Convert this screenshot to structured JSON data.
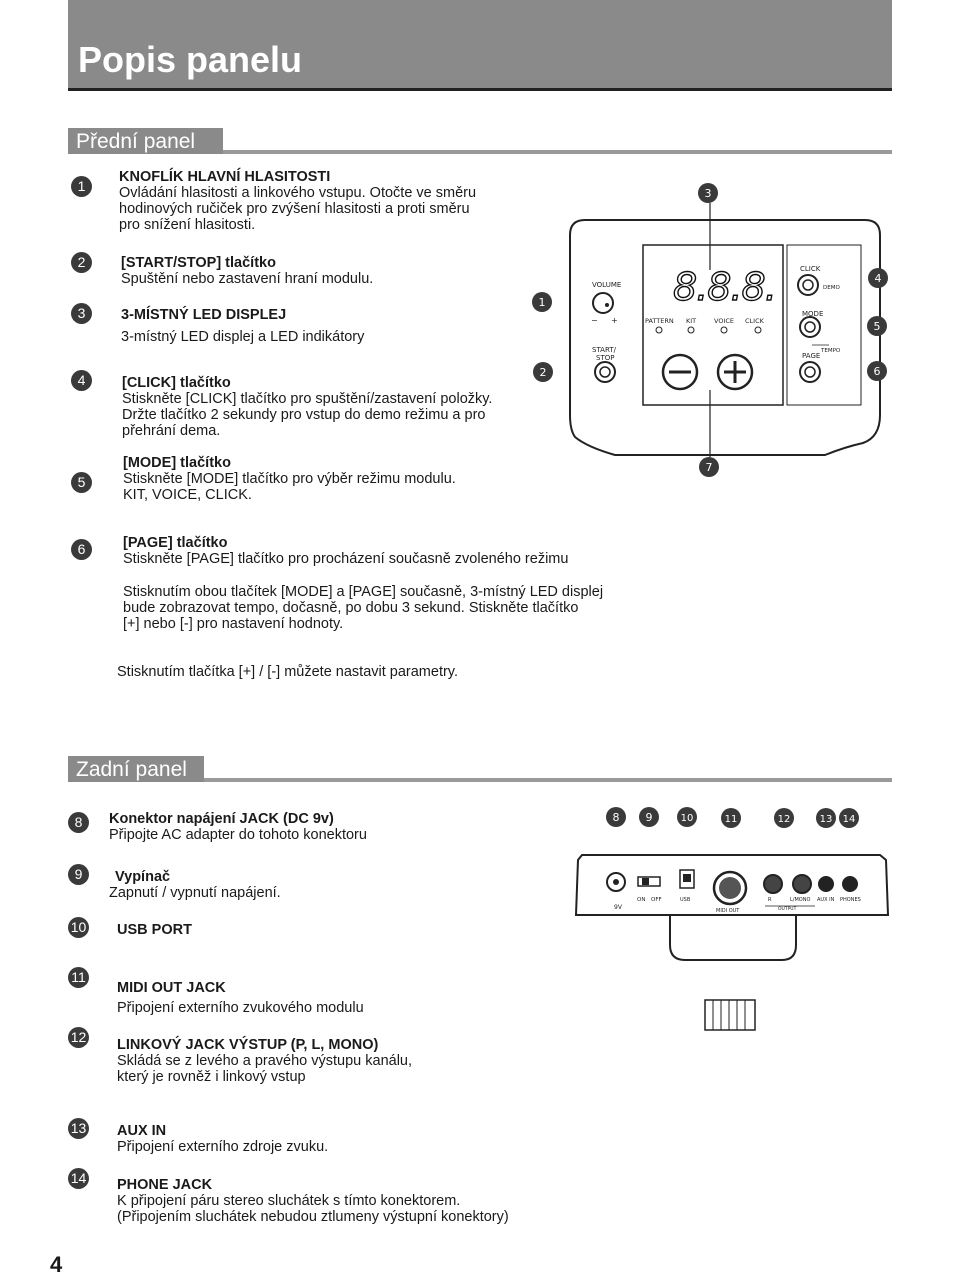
{
  "page": {
    "title": "Popis panelu",
    "page_number": "4"
  },
  "front_panel": {
    "heading": "Přední panel",
    "items": [
      {
        "num": "1",
        "title": "KNOFLÍK HLAVNÍ HLASITOSTI",
        "lines": [
          "Ovládání hlasitosti a linkového vstupu. Otočte ve směru",
          "hodinových ručiček pro zvýšení hlasitosti a proti směru",
          "pro snížení hlasitosti."
        ]
      },
      {
        "num": "2",
        "title": "[START/STOP] tlačítko",
        "lines": [
          "Spuštění nebo zastavení hraní modulu."
        ]
      },
      {
        "num": "3",
        "title": "3-MÍSTNÝ LED DISPLEJ",
        "lines": [
          "3-místný LED displej a LED indikátory"
        ]
      },
      {
        "num": "4",
        "title": "[CLICK] tlačítko",
        "lines": [
          "Stiskněte [CLICK] tlačítko pro spuštění/zastavení položky.",
          "Držte tlačítko 2 sekundy pro vstup do demo režimu a pro",
          "přehrání dema."
        ]
      },
      {
        "num": "5",
        "title": "[MODE] tlačítko",
        "lines": [
          "Stiskněte [MODE] tlačítko pro výběr režimu modulu.",
          "KIT, VOICE, CLICK."
        ]
      },
      {
        "num": "6",
        "title": "[PAGE] tlačítko",
        "lines": [
          "Stiskněte [PAGE] tlačítko pro procházení současně zvoleného režimu"
        ]
      }
    ],
    "tempo_note": [
      "Stisknutím obou tlačítek [MODE] a [PAGE] současně, 3-místný LED displej",
      "bude zobrazovat tempo, dočasně, po dobu 3 sekund. Stiskněte tlačítko",
      "[+] nebo [-] pro nastavení hodnoty."
    ],
    "param_note": "Stisknutím tlačítka [+] / [-] můžete nastavit parametry.",
    "diagram": {
      "callouts": [
        "1",
        "2",
        "3",
        "4",
        "5",
        "6",
        "7"
      ],
      "volume": "VOLUME",
      "start_stop": [
        "START/",
        "STOP"
      ],
      "led": "8.8.8.",
      "indicators": [
        "PATTERN",
        "KIT",
        "VOICE",
        "CLICK"
      ],
      "click": "CLICK",
      "demo": "DEMO",
      "mode": "MODE",
      "tempo": "TEMPO",
      "page": "PAGE",
      "minus": "−",
      "plus": "+",
      "vol_minus": "−",
      "vol_plus": "+"
    }
  },
  "rear_panel": {
    "heading": "Zadní panel",
    "items": [
      {
        "num": "8",
        "title": "Konektor napájení JACK (DC 9v)",
        "lines": [
          "Připojte AC adapter do tohoto konektoru"
        ]
      },
      {
        "num": "9",
        "title": "Vypínač",
        "lines": [
          "Zapnutí / vypnutí napájení."
        ]
      },
      {
        "num": "10",
        "title": "USB PORT",
        "lines": []
      },
      {
        "num": "11",
        "title": "MIDI OUT JACK",
        "lines": [
          "Připojení externího zvukového modulu"
        ]
      },
      {
        "num": "12",
        "title": "LINKOVÝ JACK VÝSTUP (P, L, MONO)",
        "lines": [
          "Skládá se z levého a pravého výstupu kanálu,",
          "který je rovněž i linkový vstup"
        ]
      },
      {
        "num": "13",
        "title": "AUX IN",
        "lines": [
          "Připojení externího zdroje zvuku."
        ]
      },
      {
        "num": "14",
        "title": "PHONE JACK",
        "lines": [
          "K připojení páru stereo sluchátek s tímto konektorem.",
          "(Připojením sluchátek nebudou ztlumeny výstupní konektory)"
        ]
      }
    ],
    "diagram": {
      "callouts": [
        "8",
        "9",
        "10",
        "11",
        "12",
        "13",
        "14"
      ],
      "labels": [
        "9V",
        "ON",
        "OFF",
        "USB",
        "MIDI OUT",
        "R",
        "L/MONO",
        "AUX IN",
        "PHONES",
        "OUTPUT"
      ]
    }
  },
  "colors": {
    "header_gray": "#8a8a8a",
    "badge": "#3a3a3a"
  }
}
